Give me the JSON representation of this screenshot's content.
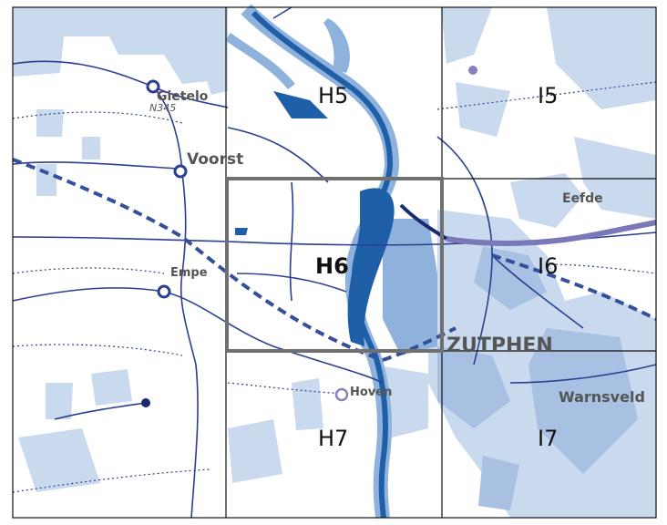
{
  "map": {
    "grid_cells": [
      {
        "id": "H5",
        "label": "H5"
      },
      {
        "id": "I5",
        "label": "I5"
      },
      {
        "id": "H6",
        "label": "H6",
        "selected": true
      },
      {
        "id": "I6",
        "label": "I6"
      },
      {
        "id": "H7",
        "label": "H7"
      },
      {
        "id": "I7",
        "label": "I7"
      }
    ],
    "places": {
      "gietelo": "Gietelo",
      "voorst": "Voorst",
      "empe": "Empe",
      "eefde": "Eefde",
      "zutphen": "ZUTPHEN",
      "hoven": "Hoven",
      "warnsveld": "Warnsveld"
    },
    "road_labels": {
      "n345": "N345"
    },
    "colors": {
      "water_dark": "#1f5fa8",
      "water_light": "#8fb2dd",
      "urban": "#c9d9ee",
      "road": "#2b3f91",
      "railway": "#34509a",
      "grid_line": "#111111",
      "selection_frame": "#707070",
      "label_grey": "#555555"
    }
  }
}
